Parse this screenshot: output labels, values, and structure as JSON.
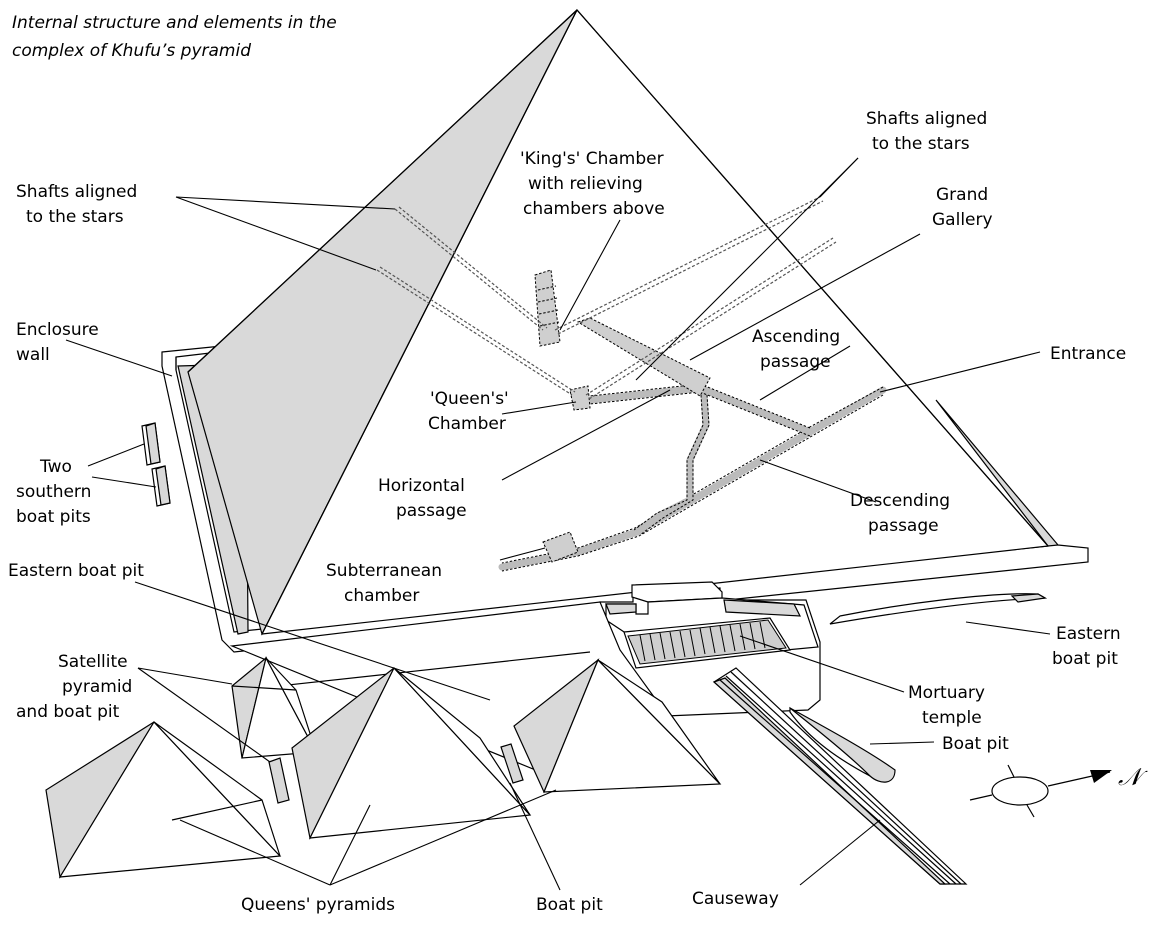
{
  "title": {
    "line1": "Internal structure and elements in the",
    "line2": "complex of Khufu’s pyramid"
  },
  "labels": {
    "shafts_left": [
      "Shafts aligned",
      "to the stars"
    ],
    "shafts_right": [
      "Shafts aligned",
      "to the stars"
    ],
    "kings_chamber": [
      "'King's' Chamber",
      "with relieving",
      "chambers above"
    ],
    "grand_gallery": [
      "Grand",
      "Gallery"
    ],
    "enclosure_wall": [
      "Enclosure",
      "wall"
    ],
    "ascending_passage": [
      "Ascending",
      "passage"
    ],
    "entrance": "Entrance",
    "queens_chamber": [
      "'Queen's'",
      "Chamber"
    ],
    "two_southern_boat_pits": [
      "Two",
      "southern",
      "boat pits"
    ],
    "horizontal_passage": [
      "Horizontal",
      "passage"
    ],
    "descending_passage": [
      "Descending",
      "passage"
    ],
    "subterranean_chamber": [
      "Subterranean",
      "chamber"
    ],
    "eastern_boat_pit_left": "Eastern boat pit",
    "eastern_boat_pit_right": [
      "Eastern",
      "boat pit"
    ],
    "satellite_pyramid": [
      "Satellite",
      "pyramid",
      "and boat pit"
    ],
    "mortuary_temple": [
      "Mortuary",
      "temple"
    ],
    "boat_pit_right": "Boat pit",
    "queens_pyramids": "Queens' pyramids",
    "boat_pit_bottom": "Boat pit",
    "causeway": "Causeway",
    "north": "𝒩"
  },
  "colors": {
    "face_fill": "#d9d9d9",
    "passage_fill": "#bbbbbb",
    "line": "#000000"
  }
}
